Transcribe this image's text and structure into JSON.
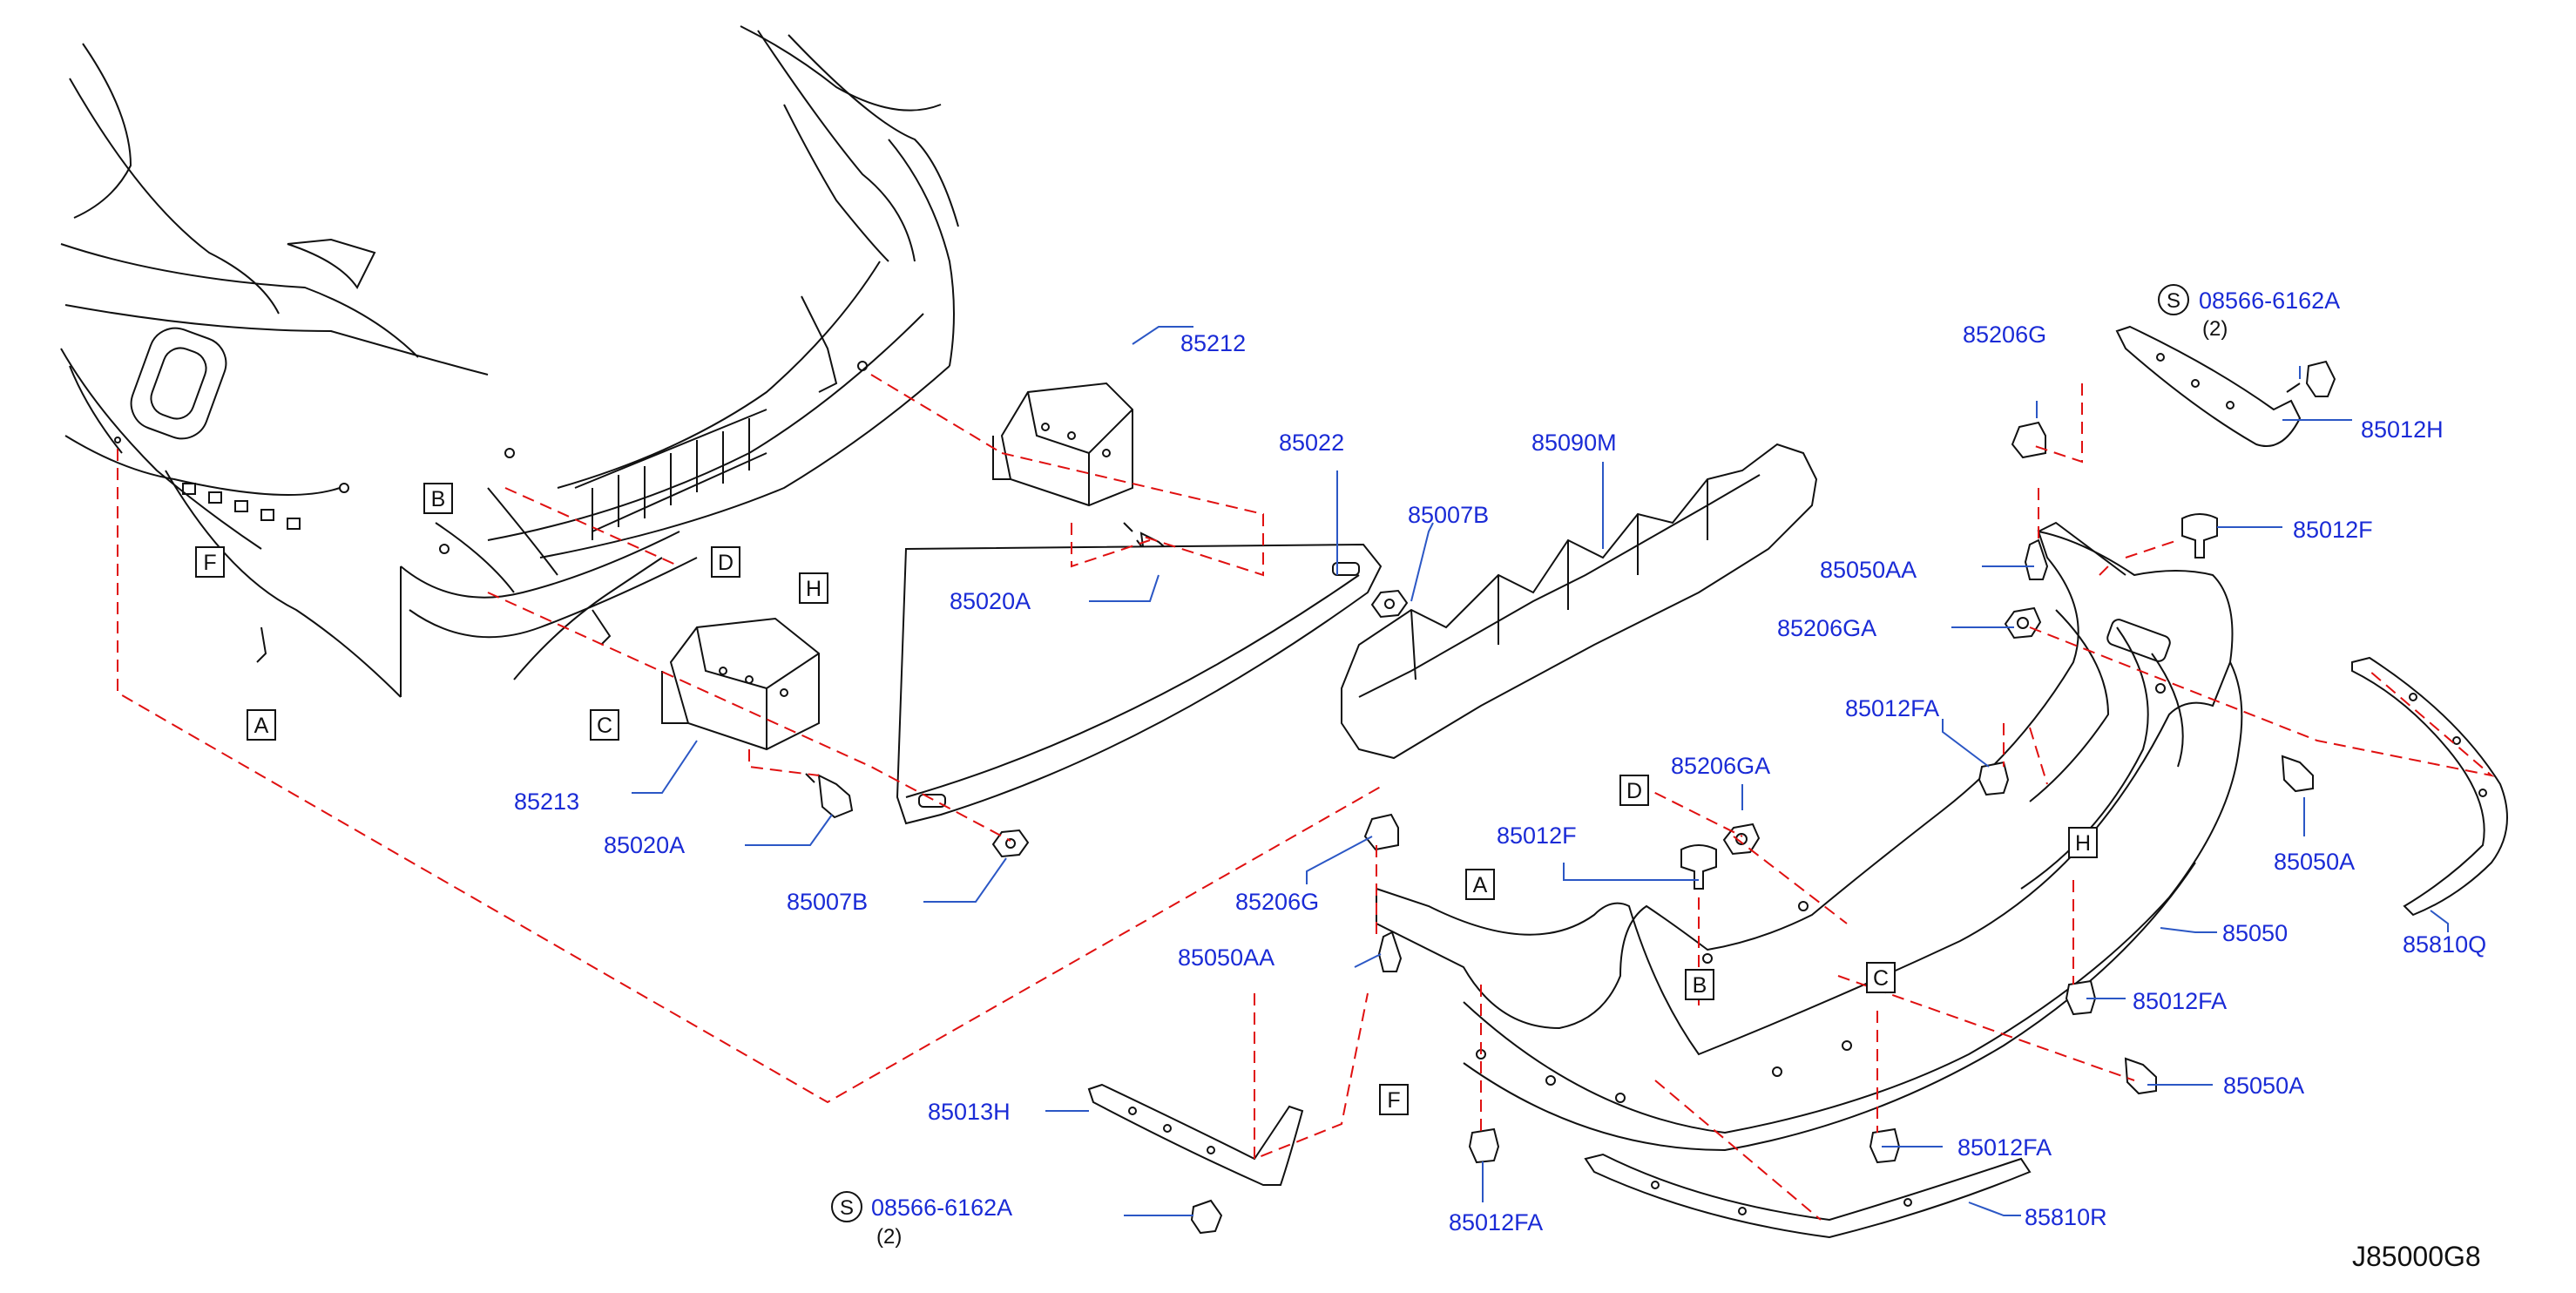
{
  "diagram_id": "J85000G8",
  "reference_letters": {
    "A": "A",
    "B": "B",
    "C": "C",
    "D": "D",
    "F": "F",
    "H": "H"
  },
  "parts": {
    "p85212": "85212",
    "p85022": "85022",
    "p85090M": "85090M",
    "p85007B_top": "85007B",
    "p85007B_bottom": "85007B",
    "p85020A_top": "85020A",
    "p85020A_bottom": "85020A",
    "p85213": "85213",
    "p85206G_top": "85206G",
    "p85206G_left": "85206G",
    "p85050AA_top": "85050AA",
    "p85050AA_left": "85050AA",
    "p85206GA_top": "85206GA",
    "p85206GA_mid": "85206GA",
    "p85012FA_right": "85012FA",
    "p85012FA_upper": "85012FA",
    "p85012FA_lowmid": "85012FA",
    "p85012FA_bottom": "85012FA",
    "p85012F_right": "85012F",
    "p85012F_mid": "85012F",
    "p85012H": "85012H",
    "p85013H": "85013H",
    "p85050A_right": "85050A",
    "p85050A_lower": "85050A",
    "p85050": "85050",
    "p85810Q": "85810Q",
    "p85810R": "85810R",
    "p08566_top": "08566-6162A",
    "p08566_bottom": "08566-6162A"
  },
  "quantities": {
    "top": "(2)",
    "bottom": "(2)"
  },
  "s_marks": {
    "top": "S",
    "bottom": "S"
  },
  "colors": {
    "label_blue": "#1a2bd6",
    "dash_red": "#e01010",
    "leader_blue": "#2b57c5",
    "ink": "#111111"
  }
}
